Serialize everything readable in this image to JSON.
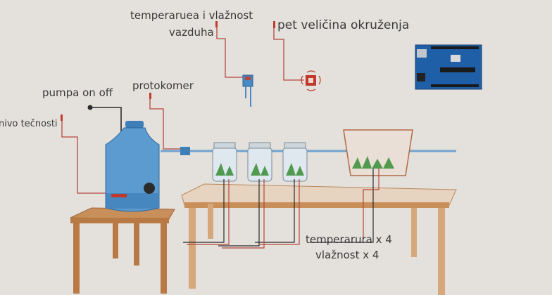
{
  "labels": {
    "air_temp_humidity_line1": "temperaruea i vlažnost",
    "air_temp_humidity_line2": "vazduha",
    "five_env_values": "pet veličina okruženja",
    "flow_meter": "protokomer",
    "pump": "pumpa on off",
    "liquid_level": "nivo tečnosti",
    "soil_temp": "temperarura x 4",
    "soil_humidity": "vlažnost x 4"
  },
  "colors": {
    "background": "#e4e1dd",
    "wire_red": "#b5473c",
    "wire_dark": "#2b2b2b",
    "bottle_blue": "#3f7fb8",
    "table_wood": "#c98f5a",
    "arduino_blue": "#1f5fa8"
  }
}
